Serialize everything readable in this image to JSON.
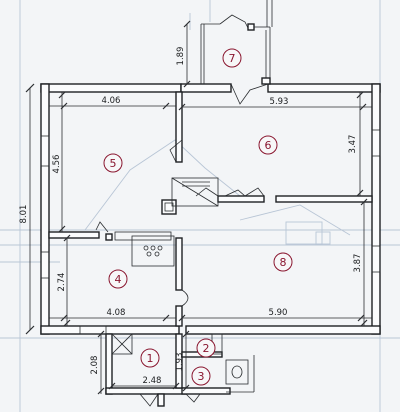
{
  "rooms": [
    {
      "label": "1"
    },
    {
      "label": "2"
    },
    {
      "label": "3"
    },
    {
      "label": "4"
    },
    {
      "label": "5"
    },
    {
      "label": "6"
    },
    {
      "label": "7"
    },
    {
      "label": "8"
    }
  ],
  "dimensions": {
    "overall_height": "8.01",
    "room5_width": "4.06",
    "room5_height": "4.56",
    "room6_width": "5.93",
    "room6_height": "3.47",
    "room7_height": "1.89",
    "room4_width": "4.08",
    "room4_height": "2.74",
    "room8_width": "5.90",
    "room8_height": "3.87",
    "room1_width": "2.48",
    "room1_height": "2.08",
    "room23_height": "1.93"
  }
}
